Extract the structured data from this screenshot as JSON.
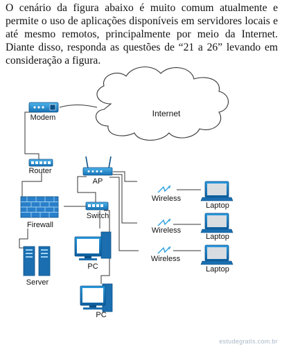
{
  "intro_text": "O cenário da figura abaixo é muito comum atualmente e permite o uso de aplicações disponíveis em servidores locais e até mesmo remotos, principalmente por meio da Internet. Diante disso, responda as questões de “21 a 26” levando em consideração a figura.",
  "diagram": {
    "internet": "Internet",
    "modem": "Modem",
    "router": "Router",
    "firewall": "Firewall",
    "server": "Server",
    "ap": "AP",
    "switch": "Switch",
    "pc_1": "PC",
    "pc_2": "PC",
    "wireless_1": "Wireless",
    "wireless_2": "Wireless",
    "wireless_3": "Wireless",
    "laptop_1": "Laptop",
    "laptop_2": "Laptop",
    "laptop_3": "Laptop"
  },
  "watermark": "estudegratis.com.br",
  "colors": {
    "device_blue": "#1f8fd0",
    "device_dark": "#0b4f86",
    "firewall_blue": "#2a7fc9",
    "cable": "#333333",
    "wireless_blue": "#2a9fe0",
    "screen": "#d8dde2"
  }
}
